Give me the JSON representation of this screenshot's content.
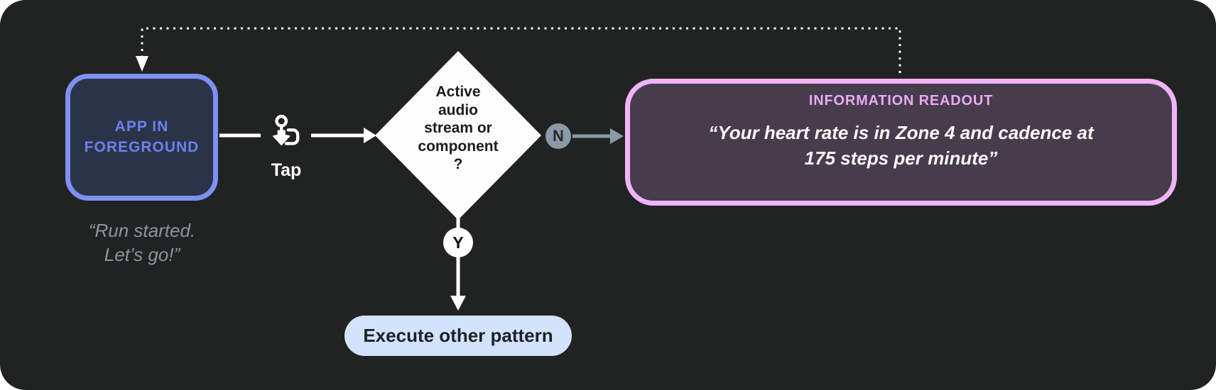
{
  "nodes": {
    "app_box": {
      "label": "APP IN\nFOREGROUND"
    },
    "app_quote": "“Run started.\nLet’s go!”",
    "tap": {
      "label": "Tap"
    },
    "decision": {
      "label": "Active\naudio\nstream or\ncomponent\n?"
    },
    "no_badge": "N",
    "yes_badge": "Y",
    "readout": {
      "title": "INFORMATION READOUT",
      "quote": "“Your heart rate is in Zone 4 and cadence at\n175 steps per minute”"
    },
    "execute_pill": {
      "label": "Execute other pattern"
    }
  },
  "icons": {
    "tap": "tap-gesture-icon"
  },
  "colors": {
    "canvas_bg": "#212222",
    "app_box_border": "#7e90f2",
    "app_box_fill": "#2b3348",
    "app_box_text": "#6c81ef",
    "quote_gray": "#8f959b",
    "arrow_white": "#ffffff",
    "diamond_fill": "#fdfdfd",
    "branch_steel": "#8b9aa6",
    "readout_border": "#f0b4f6",
    "readout_fill": "#473c4b",
    "readout_title": "#eba9f4",
    "pill_fill": "#d3e3fc",
    "pill_text": "#1d2126"
  }
}
